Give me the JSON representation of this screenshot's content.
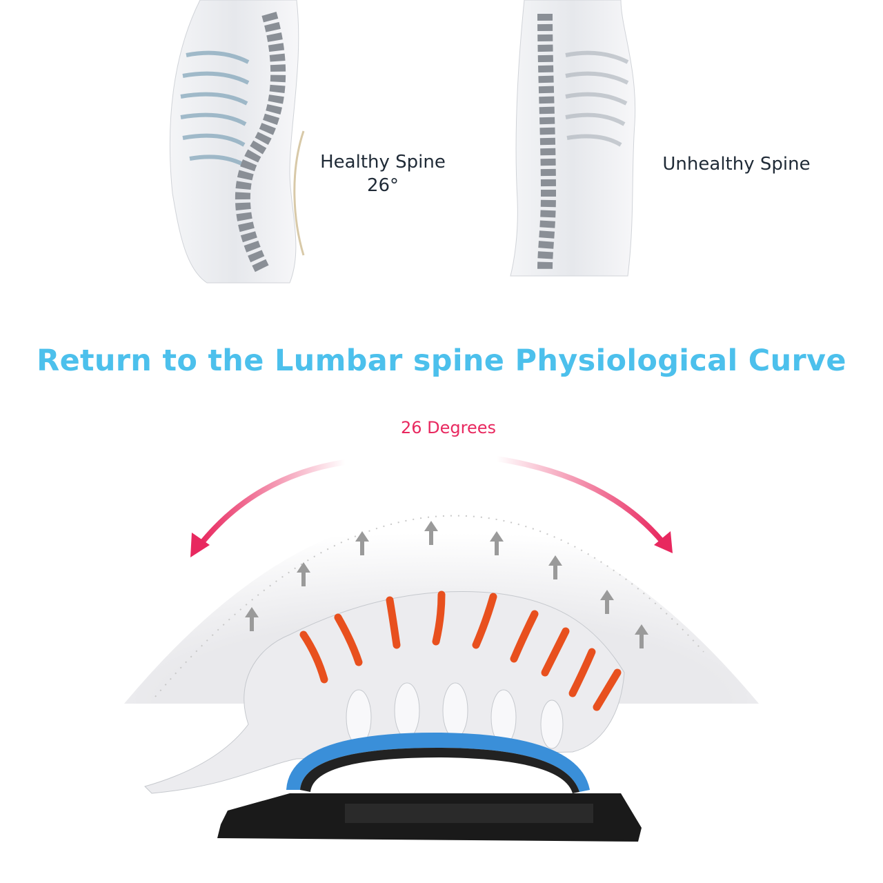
{
  "top_labels": {
    "healthy": "Healthy Spine",
    "healthy_angle": "26°",
    "unhealthy": "Unhealthy Spine"
  },
  "headline": "Return to the Lumbar spine Physiological Curve",
  "arc_label": "26 Degrees",
  "colors": {
    "headline": "#4cc0ec",
    "arc_label": "#e8285f",
    "disc": "#e8501e",
    "stretcher_top": "#3a8fd9",
    "stretcher_base": "#1a1a1a"
  }
}
